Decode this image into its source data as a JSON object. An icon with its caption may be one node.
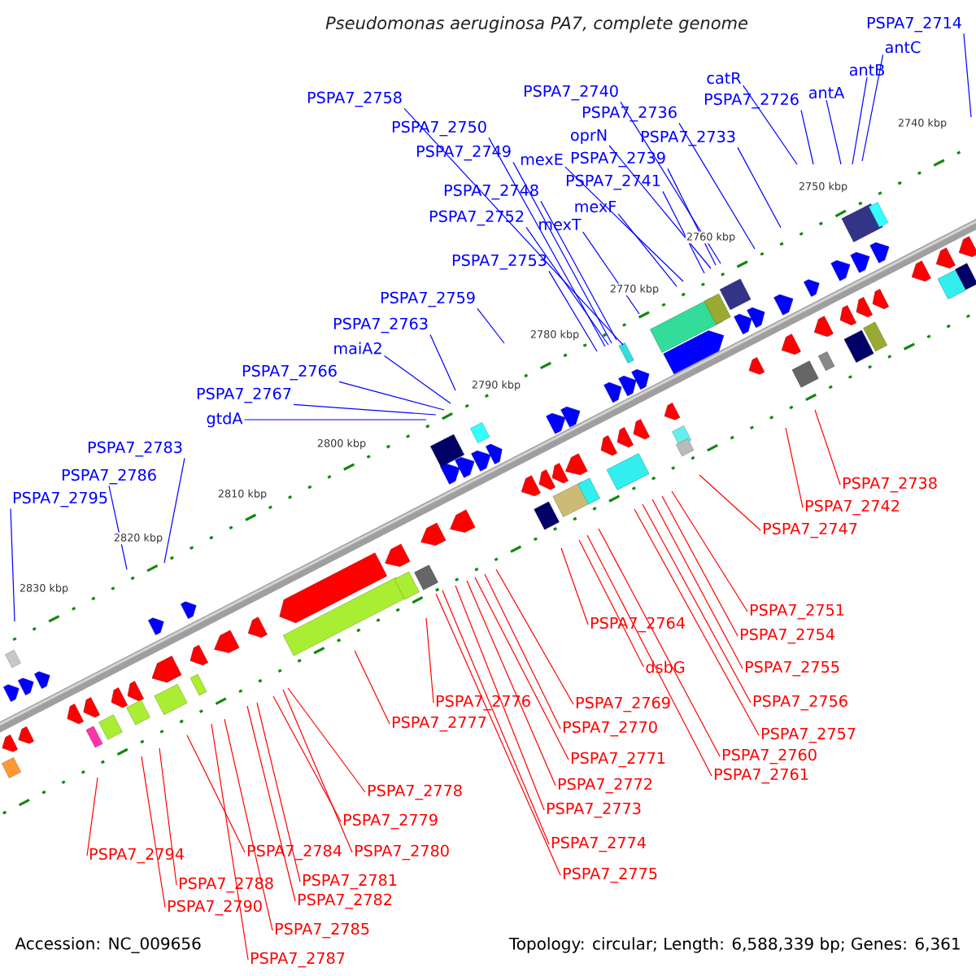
{
  "diagram": {
    "title": "Pseudomonas aeruginosa PA7, complete genome",
    "nodes": [
      {
        "text": [
          "PSPA7_2714"
        ]
      },
      {
        "text": [
          "antC"
        ]
      },
      {
        "text": [
          "antB"
        ]
      },
      {
        "text": [
          "antA"
        ]
      },
      {
        "text": [
          "catR"
        ]
      },
      {
        "text": [
          "PSPA7_2726"
        ]
      },
      {
        "text": [
          "PSPA7_2758"
        ]
      },
      {
        "text": [
          "PSPA7_2740"
        ]
      },
      {
        "text": [
          "PSPA7_2736"
        ]
      },
      {
        "text": [
          "PSPA7_2750"
        ]
      },
      {
        "text": [
          "oprN"
        ]
      },
      {
        "text": [
          "PSPA7_2733"
        ]
      },
      {
        "text": [
          "PSPA7_2749"
        ]
      },
      {
        "text": [
          "mexE"
        ]
      },
      {
        "text": [
          "PSPA7_2739"
        ]
      },
      {
        "text": [
          "PSPA7_2741"
        ]
      },
      {
        "text": [
          "PSPA7_2748"
        ]
      },
      {
        "text": [
          "mexF"
        ]
      },
      {
        "text": [
          "PSPA7_2752"
        ]
      },
      {
        "text": [
          "mexT"
        ]
      },
      {
        "text": [
          "PSPA7_2753"
        ]
      },
      {
        "text": [
          "PSPA7_2759"
        ]
      },
      {
        "text": [
          "PSPA7_2763"
        ]
      },
      {
        "text": [
          "maiA2"
        ]
      },
      {
        "text": [
          "PSPA7_2766"
        ]
      },
      {
        "text": [
          "PSPA7_2767"
        ]
      },
      {
        "text": [
          "gtdA"
        ]
      },
      {
        "text": [
          "PSPA7_2783"
        ]
      },
      {
        "text": [
          "PSPA7_2786"
        ]
      },
      {
        "text": [
          "PSPA7_2795"
        ]
      },
      {
        "text": [
          "PSPA7_2738"
        ]
      },
      {
        "text": [
          "PSPA7_2742"
        ]
      },
      {
        "text": [
          "PSPA7_2747"
        ]
      },
      {
        "text": [
          "PSPA7_2751"
        ]
      },
      {
        "text": [
          "PSPA7_2754"
        ]
      },
      {
        "text": [
          "PSPA7_2755"
        ]
      },
      {
        "text": [
          "PSPA7_2756"
        ]
      },
      {
        "text": [
          "PSPA7_2757"
        ]
      },
      {
        "text": [
          "PSPA7_2760"
        ]
      },
      {
        "text": [
          "PSPA7_2761"
        ]
      },
      {
        "text": [
          "dsbG"
        ]
      },
      {
        "text": [
          "PSPA7_2764"
        ]
      },
      {
        "text": [
          "PSPA7_2769"
        ]
      },
      {
        "text": [
          "PSPA7_2770"
        ]
      },
      {
        "text": [
          "PSPA7_2771"
        ]
      },
      {
        "text": [
          "PSPA7_2772"
        ]
      },
      {
        "text": [
          "PSPA7_2773"
        ]
      },
      {
        "text": [
          "PSPA7_2774"
        ]
      },
      {
        "text": [
          "PSPA7_2775"
        ]
      },
      {
        "text": [
          "PSPA7_2776"
        ]
      },
      {
        "text": [
          "PSPA7_2777"
        ]
      },
      {
        "text": [
          "PSPA7_2778"
        ]
      },
      {
        "text": [
          "PSPA7_2779"
        ]
      },
      {
        "text": [
          "PSPA7_2780"
        ]
      },
      {
        "text": [
          "PSPA7_2784"
        ]
      },
      {
        "text": [
          "PSPA7_2781"
        ]
      },
      {
        "text": [
          "PSPA7_2782"
        ]
      },
      {
        "text": [
          "PSPA7_2788"
        ]
      },
      {
        "text": [
          "PSPA7_2790"
        ]
      },
      {
        "text": [
          "PSPA7_2785"
        ]
      },
      {
        "text": [
          "PSPA7_2787"
        ]
      },
      {
        "text": [
          "PSPA7_2794"
        ]
      }
    ],
    "edges": [
      {
        "from": 0,
        "to": null,
        "arrow": "none",
        "color": "#0000ff"
      },
      {
        "from": 1,
        "to": null,
        "arrow": "none",
        "color": "#0000ff"
      },
      {
        "from": 2,
        "to": null,
        "arrow": "none",
        "color": "#0000ff"
      },
      {
        "from": 3,
        "to": null,
        "arrow": "none",
        "color": "#0000ff"
      },
      {
        "from": 4,
        "to": null,
        "arrow": "none",
        "color": "#0000ff"
      },
      {
        "from": 5,
        "to": null,
        "arrow": "none",
        "color": "#0000ff"
      },
      {
        "from": 6,
        "to": null,
        "arrow": "none",
        "color": "#0000ff"
      },
      {
        "from": 7,
        "to": null,
        "arrow": "none",
        "color": "#0000ff"
      },
      {
        "from": 8,
        "to": null,
        "arrow": "none",
        "color": "#0000ff"
      },
      {
        "from": 9,
        "to": null,
        "arrow": "none",
        "color": "#0000ff"
      },
      {
        "from": 10,
        "to": null,
        "arrow": "none",
        "color": "#0000ff"
      },
      {
        "from": 11,
        "to": null,
        "arrow": "none",
        "color": "#0000ff"
      },
      {
        "from": 12,
        "to": null,
        "arrow": "none",
        "color": "#0000ff"
      },
      {
        "from": 13,
        "to": null,
        "arrow": "none",
        "color": "#0000ff"
      },
      {
        "from": 14,
        "to": null,
        "arrow": "none",
        "color": "#0000ff"
      },
      {
        "from": 15,
        "to": null,
        "arrow": "none",
        "color": "#0000ff"
      },
      {
        "from": 16,
        "to": null,
        "arrow": "none",
        "color": "#0000ff"
      },
      {
        "from": 17,
        "to": null,
        "arrow": "none",
        "color": "#0000ff"
      },
      {
        "from": 18,
        "to": null,
        "arrow": "none",
        "color": "#0000ff"
      },
      {
        "from": 19,
        "to": null,
        "arrow": "none",
        "color": "#0000ff"
      },
      {
        "from": 20,
        "to": null,
        "arrow": "none",
        "color": "#0000ff"
      },
      {
        "from": 21,
        "to": null,
        "arrow": "none",
        "color": "#0000ff"
      },
      {
        "from": 22,
        "to": null,
        "arrow": "none",
        "color": "#0000ff"
      },
      {
        "from": 23,
        "to": null,
        "arrow": "none",
        "color": "#0000ff"
      },
      {
        "from": 24,
        "to": null,
        "arrow": "none",
        "color": "#0000ff"
      },
      {
        "from": 25,
        "to": null,
        "arrow": "none",
        "color": "#0000ff"
      },
      {
        "from": 26,
        "to": null,
        "arrow": "none",
        "color": "#0000ff"
      },
      {
        "from": 27,
        "to": null,
        "arrow": "none",
        "color": "#0000ff"
      },
      {
        "from": 28,
        "to": null,
        "arrow": "none",
        "color": "#0000ff"
      },
      {
        "from": 29,
        "to": null,
        "arrow": "none",
        "color": "#0000ff"
      },
      {
        "from": 30,
        "to": null,
        "arrow": "none"
      },
      {
        "from": 31,
        "to": null,
        "arrow": "none"
      },
      {
        "from": 32,
        "to": null,
        "arrow": "none"
      },
      {
        "from": 33,
        "to": null,
        "arrow": "none"
      },
      {
        "from": 34,
        "to": null,
        "arrow": "none"
      },
      {
        "from": 35,
        "to": null,
        "arrow": "none"
      },
      {
        "from": 36,
        "to": null,
        "arrow": "none"
      },
      {
        "from": 37,
        "to": null,
        "arrow": "none"
      },
      {
        "from": 38,
        "to": null,
        "arrow": "none"
      },
      {
        "from": 39,
        "to": null,
        "arrow": "none"
      },
      {
        "from": 40,
        "to": null,
        "arrow": "none"
      },
      {
        "from": 41,
        "to": null,
        "arrow": "none"
      },
      {
        "from": 42,
        "to": null,
        "arrow": "none"
      },
      {
        "from": 43,
        "to": null,
        "arrow": "none"
      },
      {
        "from": 44,
        "to": null,
        "arrow": "none"
      },
      {
        "from": 45,
        "to": null,
        "arrow": "none"
      },
      {
        "from": 46,
        "to": null,
        "arrow": "none"
      },
      {
        "from": 47,
        "to": null,
        "arrow": "none"
      },
      {
        "from": 48,
        "to": null,
        "arrow": "none"
      },
      {
        "from": 49,
        "to": null,
        "arrow": "none"
      },
      {
        "from": 50,
        "to": null,
        "arrow": "none"
      },
      {
        "from": 51,
        "to": null,
        "arrow": "none"
      },
      {
        "from": 52,
        "to": null,
        "arrow": "none"
      },
      {
        "from": 53,
        "to": null,
        "arrow": "none"
      },
      {
        "from": 54,
        "to": null,
        "arrow": "none"
      },
      {
        "from": 55,
        "to": null,
        "arrow": "none"
      },
      {
        "from": 56,
        "to": null,
        "arrow": "none"
      },
      {
        "from": 57,
        "to": null,
        "arrow": "none"
      },
      {
        "from": 58,
        "to": null,
        "arrow": "none"
      },
      {
        "from": 59,
        "to": null,
        "arrow": "none"
      },
      {
        "from": 60,
        "to": null,
        "arrow": "none"
      },
      {
        "from": 61,
        "to": null,
        "arrow": "none"
      }
    ],
    "labels": [
      "2740 kbp",
      "2750 kbp",
      "2760 kbp",
      "2770 kbp",
      "2780 kbp",
      "2790 kbp",
      "2800 kbp",
      "2810 kbp",
      "2820 kbp",
      "2830 kbp",
      "Accession: NC_009656",
      "Topology: circular; Length: 6,588,339 bp; Genes: 6,361"
    ]
  }
}
